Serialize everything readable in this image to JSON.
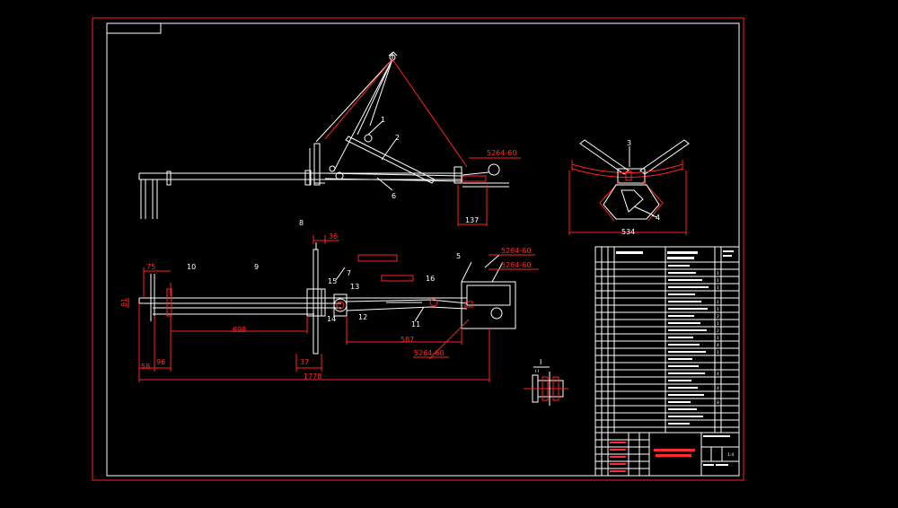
{
  "colors": {
    "background": "#000000",
    "line": "#ffffff",
    "dimension": "#ff2222",
    "highlight": "#ff2a2a"
  },
  "dimensions": {
    "top_offset": "5264-60",
    "top_width": "137",
    "side_width": "534",
    "d36": "36",
    "d75": "75",
    "d698": "698",
    "d587": "587",
    "d58": "58",
    "d96": "96",
    "d37": "37",
    "total": "1778",
    "d81": "81",
    "off1": "5264-60",
    "off2": "5264-60",
    "off3": "5264-60"
  },
  "callouts": [
    "1",
    "2",
    "3",
    "4",
    "5",
    "6",
    "7",
    "8",
    "9",
    "10",
    "11",
    "12",
    "13",
    "14",
    "15",
    "16"
  ],
  "section": {
    "label": "I",
    "sub": "I I"
  },
  "spec_table": {
    "rows": [
      {
        "pos": "",
        "qty": ""
      },
      {
        "pos": "",
        "qty": "1"
      },
      {
        "pos": "",
        "qty": "1"
      },
      {
        "pos": "",
        "qty": "1"
      },
      {
        "pos": "",
        "qty": ""
      },
      {
        "pos": "",
        "qty": "1"
      },
      {
        "pos": "",
        "qty": "1"
      },
      {
        "pos": "",
        "qty": "2"
      },
      {
        "pos": "",
        "qty": "1"
      },
      {
        "pos": "",
        "qty": "2"
      },
      {
        "pos": "",
        "qty": "1"
      },
      {
        "pos": "",
        "qty": "4"
      },
      {
        "pos": "",
        "qty": "1"
      },
      {
        "pos": "",
        "qty": ""
      },
      {
        "pos": "",
        "qty": ""
      },
      {
        "pos": "",
        "qty": "4"
      },
      {
        "pos": "",
        "qty": ""
      },
      {
        "pos": "",
        "qty": "4"
      },
      {
        "pos": "",
        "qty": ""
      },
      {
        "pos": "",
        "qty": "8"
      },
      {
        "pos": "",
        "qty": ""
      },
      {
        "pos": "",
        "qty": ""
      },
      {
        "pos": "",
        "qty": ""
      }
    ]
  },
  "title_block": {
    "scale": "1:4",
    "mass_label": "",
    "sheet": ""
  }
}
